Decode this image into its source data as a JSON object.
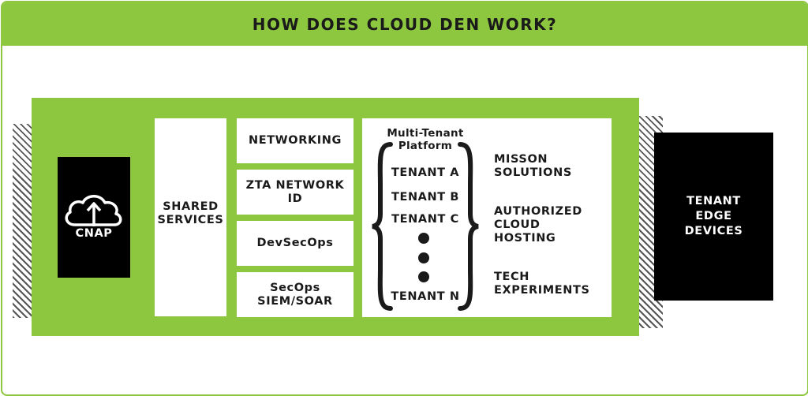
{
  "title": "HOW DOES CLOUD DEN WORK?",
  "cnap": {
    "label": "CNAP",
    "icon": "cloud-upload-icon"
  },
  "shared_services": {
    "line1": "SHARED",
    "line2": "SERVICES"
  },
  "services": [
    "NETWORKING",
    "ZTA NETWORK ID",
    "DevSecOps"
  ],
  "secops": {
    "line1": "SecOps",
    "line2": "SIEM/SOAR"
  },
  "platform": {
    "line1": "Multi-Tenant",
    "line2": "Platform",
    "tenants": [
      "TENANT A",
      "TENANT B",
      "TENANT C"
    ],
    "last_tenant": "TENANT N"
  },
  "solutions": [
    {
      "line1": "MISSON",
      "line2": "SOLUTIONS"
    },
    {
      "line1": "AUTHORIZED",
      "line2": "CLOUD",
      "line3": "HOSTING"
    },
    {
      "line1": "TECH",
      "line2": "EXPERIMENTS"
    }
  ],
  "edge": {
    "line1": "TENANT",
    "line2": "EDGE",
    "line3": "DEVICES"
  },
  "colors": {
    "accent": "#8dc63f",
    "dark": "#000000",
    "text": "#1a1a1a"
  }
}
